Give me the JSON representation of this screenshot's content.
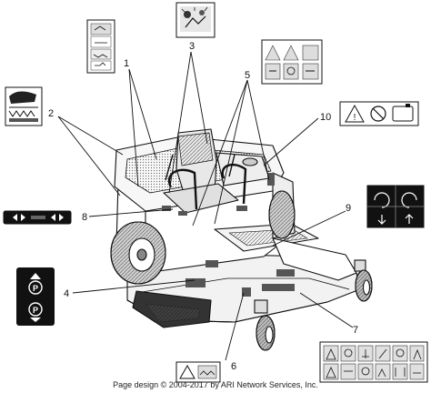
{
  "callouts": {
    "c1": "1",
    "c2": "2",
    "c3": "3",
    "c4": "4",
    "c5": "5",
    "c6": "6",
    "c7": "7",
    "c8": "8",
    "c9": "9",
    "c10": "10"
  },
  "footer": "Page design © 2004-2017 by ARI Network Services, Inc.",
  "decals": [
    "decal-control-lever-instruction",
    "decal-top-warning",
    "decal-operator-warning",
    "decal-hand-warning",
    "decal-fuel-warning",
    "decal-direction-arrows",
    "decal-steering-motion",
    "decal-parking-brake",
    "decal-deck-warning",
    "decal-safety-panel"
  ]
}
